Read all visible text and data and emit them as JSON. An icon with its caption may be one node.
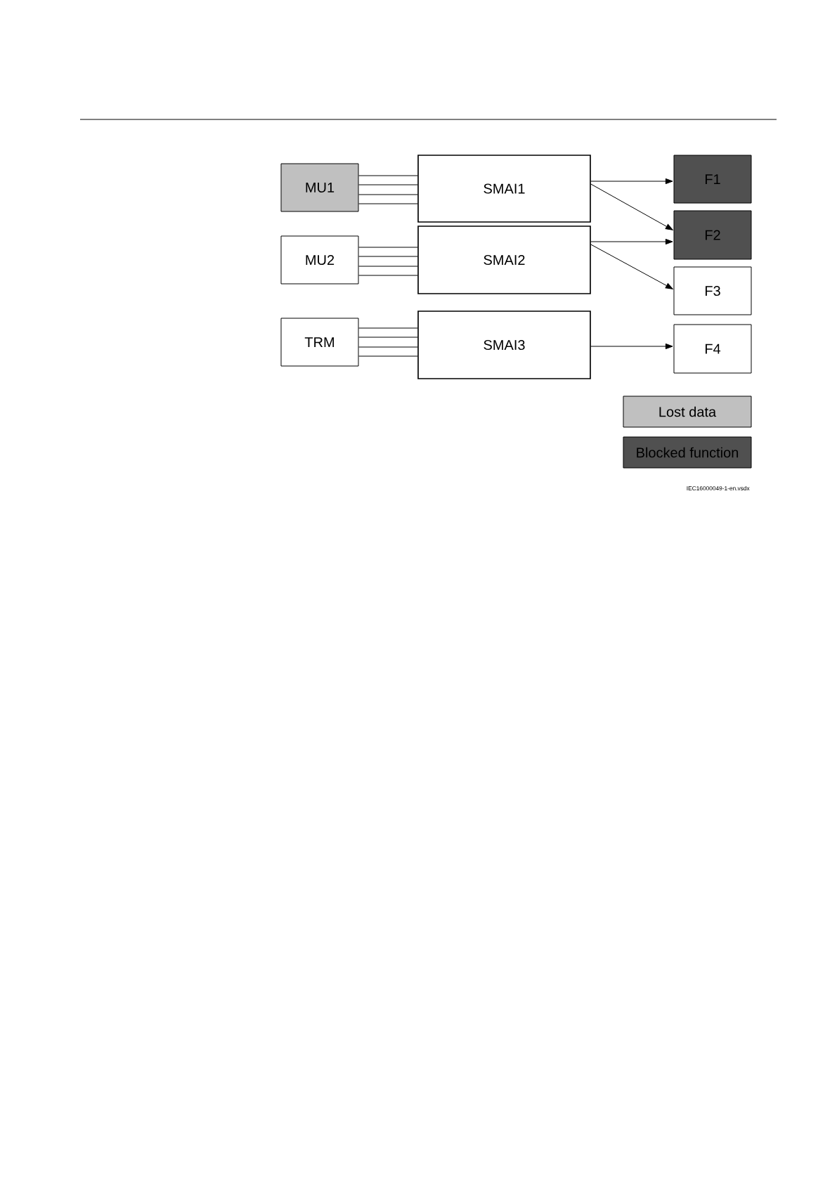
{
  "diagram": {
    "nodes": [
      {
        "text": [
          "MU1"
        ]
      },
      {
        "text": [
          "MU2"
        ]
      },
      {
        "text": [
          "TRM"
        ]
      },
      {
        "text": [
          "SMAI1"
        ]
      },
      {
        "text": [
          "SMAI2"
        ]
      },
      {
        "text": [
          "SMAI3"
        ]
      },
      {
        "text": [
          "F1"
        ]
      },
      {
        "text": [
          "F2"
        ]
      },
      {
        "text": [
          "F3"
        ]
      },
      {
        "text": [
          "F4"
        ]
      }
    ],
    "edges": [
      {
        "from": 0,
        "to": 3,
        "arrow": "none"
      },
      {
        "from": 0,
        "to": 3,
        "arrow": "none"
      },
      {
        "from": 0,
        "to": 3,
        "arrow": "none"
      },
      {
        "from": 0,
        "to": 3,
        "arrow": "none"
      },
      {
        "from": 1,
        "to": 4,
        "arrow": "none"
      },
      {
        "from": 1,
        "to": 4,
        "arrow": "none"
      },
      {
        "from": 1,
        "to": 4,
        "arrow": "none"
      },
      {
        "from": 1,
        "to": 4,
        "arrow": "none"
      },
      {
        "from": 2,
        "to": 5,
        "arrow": "none"
      },
      {
        "from": 2,
        "to": 5,
        "arrow": "none"
      },
      {
        "from": 2,
        "to": 5,
        "arrow": "none"
      },
      {
        "from": 2,
        "to": 5,
        "arrow": "none"
      },
      {
        "from": 3,
        "to": 6,
        "arrow": "to"
      },
      {
        "from": 3,
        "to": 7,
        "arrow": "to"
      },
      {
        "from": 4,
        "to": 7,
        "arrow": "to"
      },
      {
        "from": 4,
        "to": 8,
        "arrow": "to"
      },
      {
        "from": 5,
        "to": 9,
        "arrow": "to"
      }
    ],
    "labels": [
      "IEC16000049-1-en.vsdx"
    ],
    "legend": [
      {
        "text": "Lost data",
        "color": "#c0c0c0"
      },
      {
        "text": "Blocked function",
        "color": "#505050"
      }
    ]
  }
}
